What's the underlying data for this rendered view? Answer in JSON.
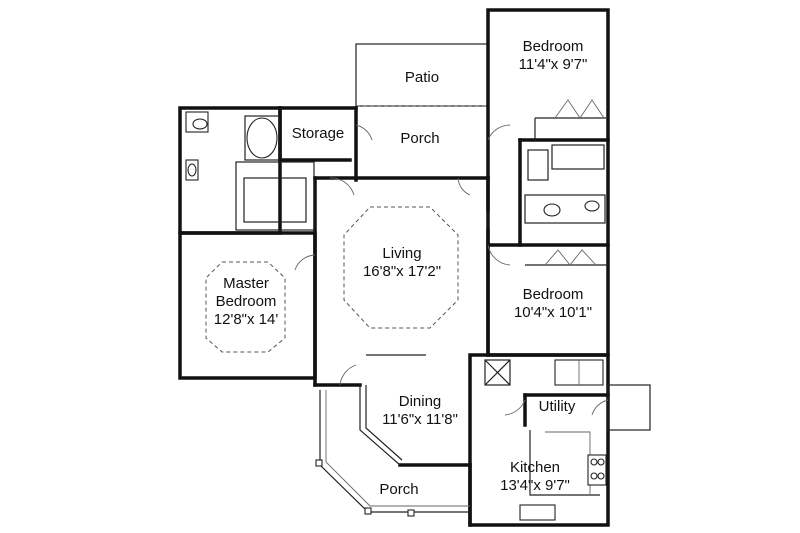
{
  "rooms": {
    "patio": {
      "name": "Patio"
    },
    "storage": {
      "name": "Storage"
    },
    "porch_top": {
      "name": "Porch"
    },
    "bedroom_top": {
      "name": "Bedroom",
      "size": "11'4\"x 9'7\""
    },
    "living": {
      "name": "Living",
      "size": "16'8\"x 17'2\""
    },
    "master": {
      "name_line1": "Master",
      "name_line2": "Bedroom",
      "size": "12'8\"x 14'"
    },
    "bedroom_mid": {
      "name": "Bedroom",
      "size": "10'4\"x 10'1\""
    },
    "dining": {
      "name": "Dining",
      "size": "11'6\"x 11'8\""
    },
    "utility": {
      "name": "Utility"
    },
    "kitchen": {
      "name": "Kitchen",
      "size": "13'4\"x 9'7\""
    },
    "porch_bottom": {
      "name": "Porch"
    }
  },
  "colors": {
    "wall": "#111111",
    "background": "#ffffff"
  }
}
